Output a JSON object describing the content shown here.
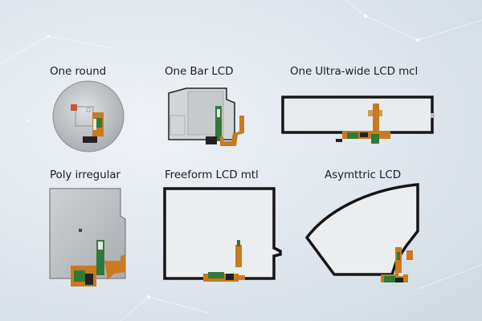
{
  "labels": {
    "round": "One round",
    "bar": "One Bar LCD",
    "ultrawide": "One Ultra-wide LCD mcl",
    "poly": "Poly irregular",
    "freeform": "Freeform LCD mtl",
    "asym": "Asymttric LCD"
  },
  "colors": {
    "background": "#dfe6ed",
    "panel_frame": "#1a1a1a",
    "flex_cable": "#c97a1e",
    "pcb": "#2f7a3a",
    "metal": "#b9bcc0"
  }
}
